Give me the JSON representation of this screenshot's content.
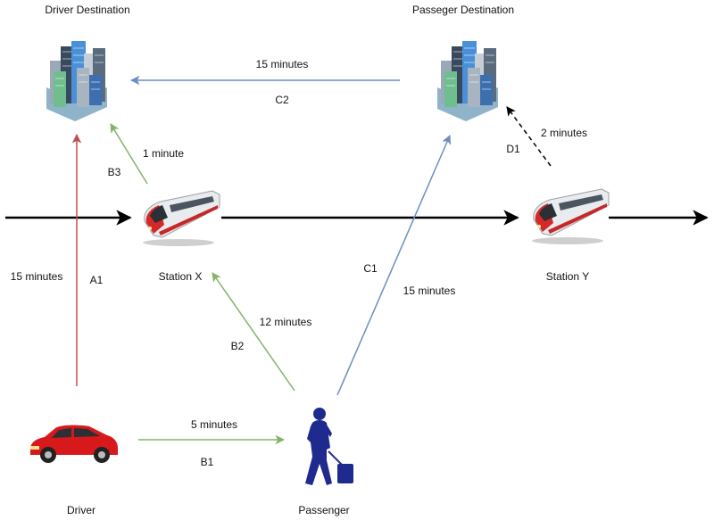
{
  "nodes": {
    "driver_destination": "Driver Destination",
    "passenger_destination": "Passeger Destination",
    "station_x": "Station X",
    "station_y": "Station Y",
    "driver": "Driver",
    "passenger": "Passenger"
  },
  "edges": {
    "a1": {
      "id": "A1",
      "time": "15 minutes",
      "color": "#c0504d"
    },
    "b1": {
      "id": "B1",
      "time": "5 minutes",
      "color": "#82b366"
    },
    "b2": {
      "id": "B2",
      "time": "12 minutes",
      "color": "#82b366"
    },
    "b3": {
      "id": "B3",
      "time": "1 minute",
      "color": "#82b366"
    },
    "c1": {
      "id": "C1",
      "time": "15 minutes",
      "color": "#6c8ebf"
    },
    "c2": {
      "id": "C2",
      "time": "15 minutes",
      "color": "#6c8ebf"
    },
    "d1": {
      "id": "D1",
      "time": "2 minutes",
      "color": "#000000"
    }
  },
  "icons": {
    "buildings": "buildings-icon",
    "train": "train-icon",
    "car": "car-icon",
    "passenger": "walking-person-with-luggage-icon"
  }
}
